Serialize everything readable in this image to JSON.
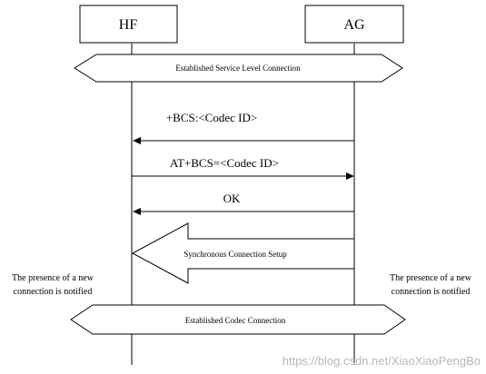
{
  "participants": {
    "hf": "HF",
    "ag": "AG"
  },
  "banners": {
    "slc": "Established Service Level Connection",
    "codec": "Established Codec Connection"
  },
  "messages": {
    "bcs": "+BCS:<Codec ID>",
    "at_bcs": "AT+BCS=<Codec ID>",
    "ok": "OK",
    "sync_setup": "Synchronous Connection Setup"
  },
  "notes": {
    "left_line1": "The presence of a new",
    "left_line2": "connection is notified",
    "right_line1": "The presence of a new",
    "right_line2": "connection is notified"
  },
  "watermark": "https://blog.csdn.net/XiaoXiaoPengBo"
}
